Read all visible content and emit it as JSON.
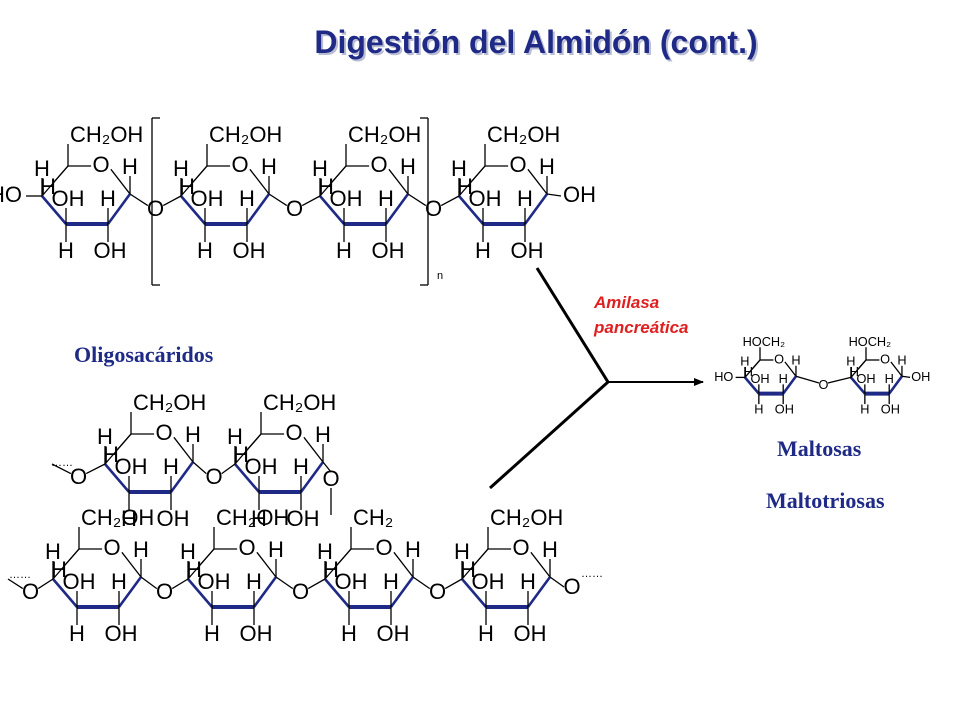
{
  "title": "Digestión del Almidón (cont.)",
  "labels": {
    "oligosaccharides": "Oligosacáridos",
    "enzyme_line1": "Amilasa",
    "enzyme_line2": "pancreática",
    "maltoses": "Maltosas",
    "maltotrioses": "Maltotriosas"
  },
  "structure_text": {
    "ch2oh": "CH₂OH",
    "hoch2": "HOCH₂",
    "ch2": "CH₂",
    "h": "H",
    "o": "O",
    "oh": "OH",
    "ho": "HO",
    "repeat_n": "n",
    "chain_dots": "……"
  },
  "colors": {
    "title": "#1f2a86",
    "labels": "#1f2a86",
    "enzyme": "#e02020",
    "bold_bond": "#1f2a86",
    "structure": "#000000"
  }
}
